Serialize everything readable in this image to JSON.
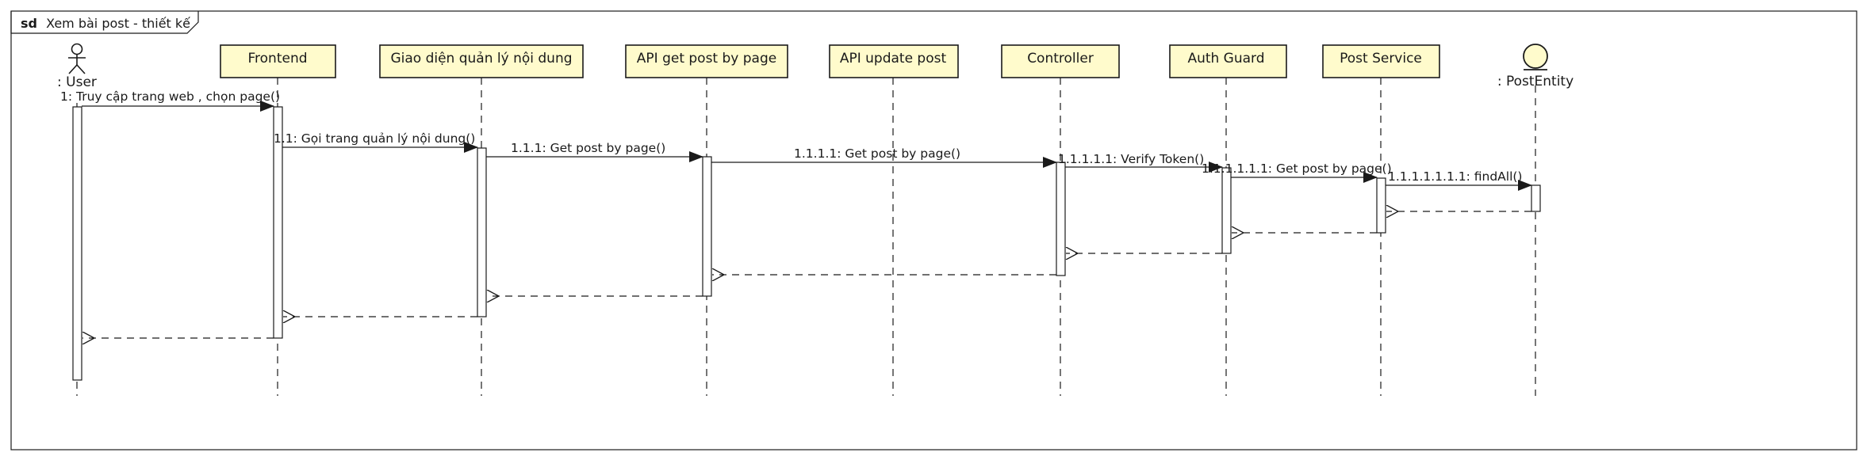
{
  "frame": {
    "keyword": "sd",
    "title": "Xem bài post - thiết kế"
  },
  "colors": {
    "lifeline_fill": "#fffbcc",
    "stroke": "#1a1a1a",
    "background": "#ffffff"
  },
  "lifelines": [
    {
      "id": "user",
      "label": ": User",
      "kind": "actor",
      "icon": "actor-stick-figure-icon"
    },
    {
      "id": "frontend",
      "label": "Frontend",
      "kind": "box"
    },
    {
      "id": "giaodien",
      "label": "Giao diện quản lý nội dung",
      "kind": "box"
    },
    {
      "id": "api_get",
      "label": "API get post by page",
      "kind": "box"
    },
    {
      "id": "api_update",
      "label": "API update post",
      "kind": "box"
    },
    {
      "id": "controller",
      "label": "Controller",
      "kind": "box"
    },
    {
      "id": "auth",
      "label": "Auth Guard",
      "kind": "box"
    },
    {
      "id": "service",
      "label": "Post Service",
      "kind": "box"
    },
    {
      "id": "entity",
      "label": ": PostEntity",
      "kind": "entity",
      "icon": "entity-circle-icon"
    }
  ],
  "messages": [
    {
      "from": "user",
      "to": "frontend",
      "label": "1: Truy cập trang web , chọn page()",
      "type": "sync"
    },
    {
      "from": "frontend",
      "to": "giaodien",
      "label": "1.1: Gọi trang quản lý nội dung()",
      "type": "sync"
    },
    {
      "from": "giaodien",
      "to": "api_get",
      "label": "1.1.1: Get post by page()",
      "type": "sync"
    },
    {
      "from": "api_get",
      "to": "controller",
      "label": "1.1.1.1: Get post by page()",
      "type": "sync"
    },
    {
      "from": "controller",
      "to": "auth",
      "label": "1.1.1.1.1: Verify Token()",
      "type": "sync"
    },
    {
      "from": "auth",
      "to": "service",
      "label": "1.1.1.1.1.1: Get post by page()",
      "type": "sync"
    },
    {
      "from": "service",
      "to": "entity",
      "label": "1.1.1.1.1.1.1: findAll()",
      "type": "sync"
    },
    {
      "from": "entity",
      "to": "service",
      "label": "",
      "type": "reply"
    },
    {
      "from": "service",
      "to": "auth",
      "label": "",
      "type": "reply"
    },
    {
      "from": "auth",
      "to": "controller",
      "label": "",
      "type": "reply"
    },
    {
      "from": "controller",
      "to": "api_get",
      "label": "",
      "type": "reply"
    },
    {
      "from": "api_get",
      "to": "giaodien",
      "label": "",
      "type": "reply"
    },
    {
      "from": "giaodien",
      "to": "frontend",
      "label": "",
      "type": "reply"
    },
    {
      "from": "frontend",
      "to": "user",
      "label": "",
      "type": "reply"
    }
  ]
}
